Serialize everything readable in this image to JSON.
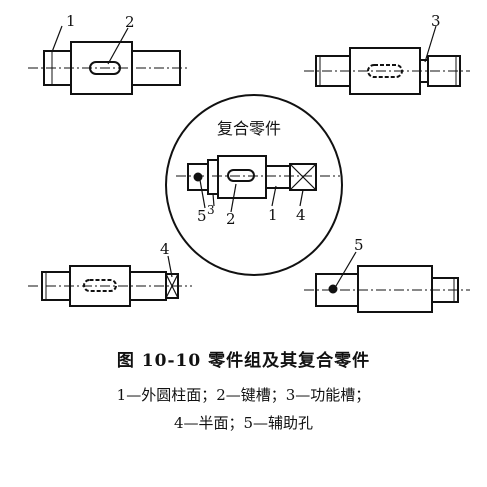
{
  "figure": {
    "title": "图 10-10   零件组及其复合零件",
    "legend_line1": "1—外圆柱面；2—键槽；3—功能槽；",
    "legend_line2": "4—半面；5—辅助孔",
    "composite_label": "复合零件",
    "callouts": {
      "p1_1": "1",
      "p1_2": "2",
      "p2_3": "3",
      "c_5": "5",
      "c_3": "3",
      "c_2": "2",
      "c_1": "1",
      "c_4": "4",
      "p3_4": "4",
      "p4_5": "5"
    }
  }
}
